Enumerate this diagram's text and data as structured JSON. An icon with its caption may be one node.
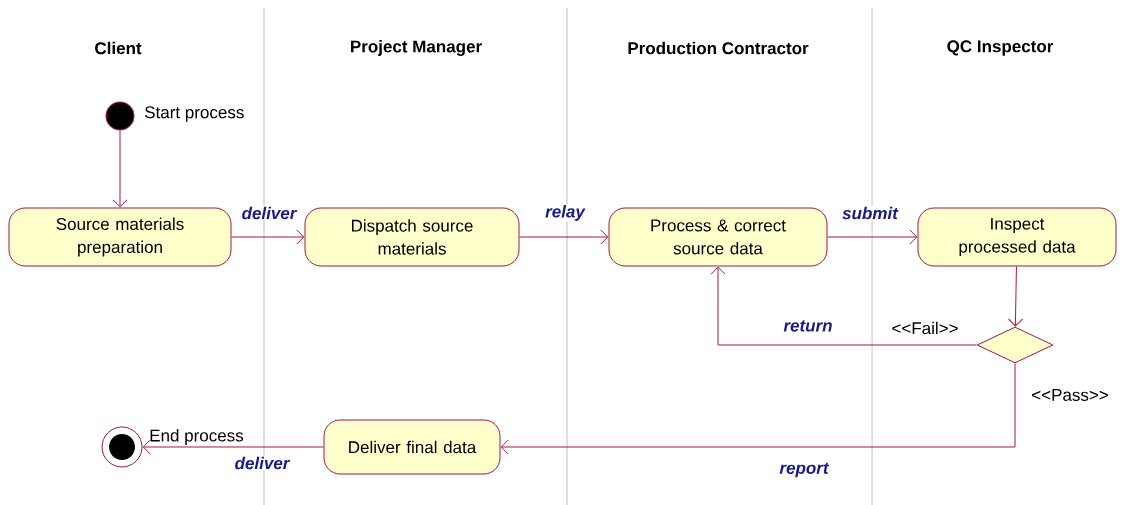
{
  "diagram": {
    "nodes": [
      {
        "text": [],
        "shape": "circle",
        "beside": [
          "Start process"
        ]
      },
      {
        "text": [
          "Source materials preparation"
        ]
      },
      {
        "text": [
          "Dispatch source materials"
        ]
      },
      {
        "text": [
          "Process & correct source data"
        ]
      },
      {
        "text": [
          "Inspect processed data"
        ]
      },
      {
        "text": [],
        "shape": "diamond"
      },
      {
        "text": [
          "Deliver final data"
        ]
      },
      {
        "text": [],
        "shape": "circle",
        "beside": [
          "End process"
        ]
      }
    ],
    "edges": [
      {
        "from": 0,
        "to": 1,
        "arrow": "to"
      },
      {
        "from": 1,
        "to": 2,
        "arrow": "to",
        "label": "deliver"
      },
      {
        "from": 2,
        "to": 3,
        "arrow": "to",
        "label": "relay"
      },
      {
        "from": 3,
        "to": 4,
        "arrow": "to",
        "label": "submit"
      },
      {
        "from": 4,
        "to": 5,
        "arrow": "to"
      },
      {
        "from": 5,
        "to": 3,
        "arrow": "to",
        "label": "return"
      },
      {
        "from": 5,
        "to": 6,
        "arrow": "to",
        "label": "report"
      },
      {
        "from": 6,
        "to": 7,
        "arrow": "to",
        "label": "deliver"
      }
    ],
    "labels": [
      "Client",
      "Project Manager",
      "Production Contractor",
      "QC Inspector",
      "<<Fail>>",
      "<<Pass>>"
    ]
  }
}
